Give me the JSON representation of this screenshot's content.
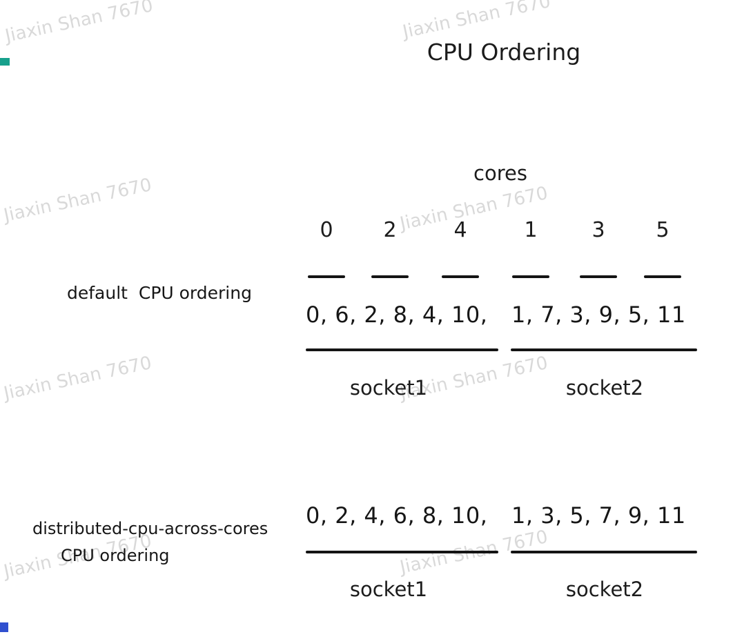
{
  "title": "CPU Ordering",
  "cores_label": "cores",
  "core_numbers": [
    "0",
    "2",
    "4",
    "1",
    "3",
    "5"
  ],
  "default_section": {
    "label": "default  CPU ordering",
    "socket1_cpus": "0, 6, 2, 8, 4, 10,",
    "socket2_cpus": "1, 7, 3, 9, 5, 11",
    "socket1_label": "socket1",
    "socket2_label": "socket2"
  },
  "distributed_section": {
    "label_line1": "distributed-cpu-across-cores",
    "label_line2": "CPU ordering",
    "socket1_cpus": "0, 2, 4, 6, 8, 10,",
    "socket2_cpus": "1, 3, 5, 7, 9, 11",
    "socket1_label": "socket1",
    "socket2_label": "socket2"
  },
  "watermark": {
    "text": "Jiaxin Shan 7670",
    "color": "#d9d9d9"
  },
  "colors": {
    "ink": "#141414",
    "background": "#ffffff",
    "corner_mark_teal": "#17a08c",
    "corner_mark_blue": "#3050cf"
  }
}
